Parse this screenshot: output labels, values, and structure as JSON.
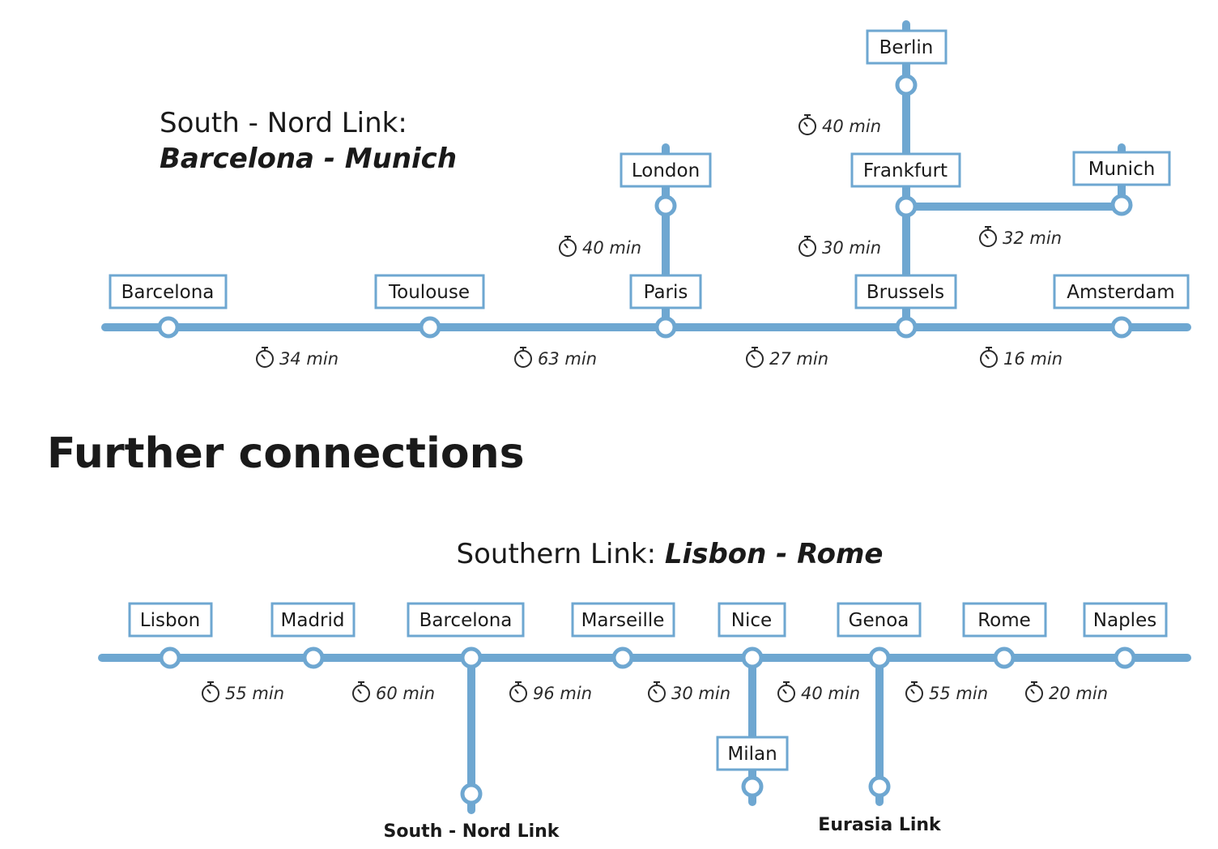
{
  "north_south": {
    "title": "South - Nord Link:",
    "subtitle": "Barcelona - Munich",
    "stations": {
      "barcelona": "Barcelona",
      "toulouse": "Toulouse",
      "paris": "Paris",
      "brussels": "Brussels",
      "amsterdam": "Amsterdam",
      "london": "London",
      "frankfurt": "Frankfurt",
      "berlin": "Berlin",
      "munich": "Munich"
    },
    "times": {
      "barcelona_toulouse": "34 min",
      "toulouse_paris": "63 min",
      "paris_brussels": "27 min",
      "brussels_amsterdam": "16 min",
      "paris_london": "40 min",
      "brussels_frankfurt": "30 min",
      "frankfurt_berlin": "40 min",
      "frankfurt_munich": "32 min"
    }
  },
  "section_heading": "Further connections",
  "southern": {
    "title_prefix": "Southern Link: ",
    "title_route": "Lisbon - Rome",
    "stations": {
      "lisbon": "Lisbon",
      "madrid": "Madrid",
      "barcelona": "Barcelona",
      "marseille": "Marseille",
      "nice": "Nice",
      "genoa": "Genoa",
      "rome": "Rome",
      "naples": "Naples",
      "milan": "Milan"
    },
    "times": {
      "lisbon_madrid": "55 min",
      "madrid_barcelona": "60 min",
      "barcelona_marseille": "96 min",
      "marseille_nice": "30 min",
      "nice_genoa": "40 min",
      "genoa_rome": "55 min",
      "rome_naples": "20 min"
    },
    "branch_labels": {
      "south_nord": "South - Nord Link",
      "eurasia": "Eurasia Link"
    }
  },
  "colors": {
    "line": "#6ea7d1",
    "text": "#1a1a1a"
  },
  "icons": {
    "duration": "stopwatch-icon"
  }
}
